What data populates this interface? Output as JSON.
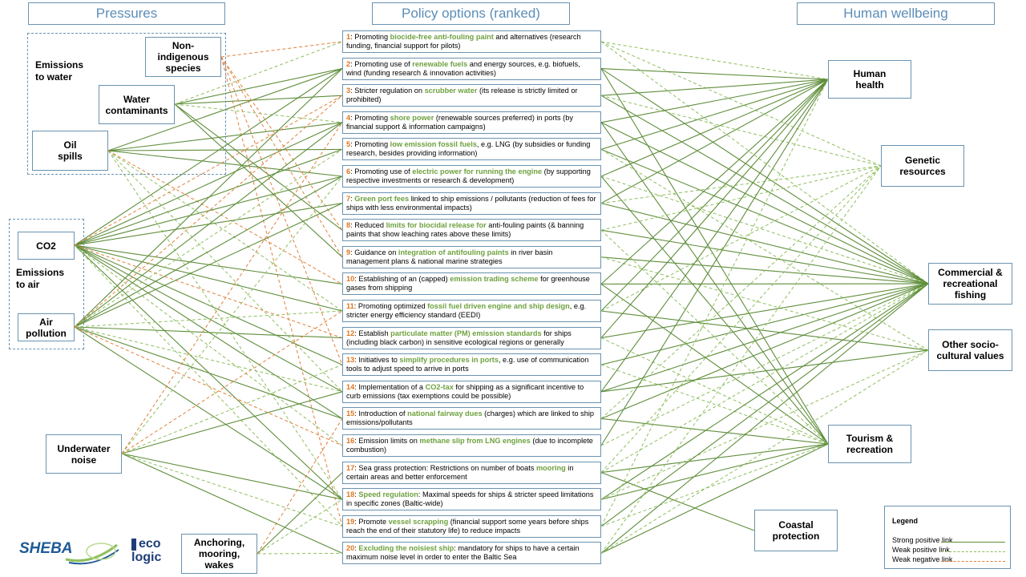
{
  "headers": {
    "pressures": "Pressures",
    "policy": "Policy options (ranked)",
    "wellbeing": "Human wellbeing"
  },
  "groups": {
    "water": "Emissions\nto water",
    "air": "Emissions\nto air"
  },
  "pressures": {
    "nis": "Non-\nindigenous\nspecies",
    "water_contaminants": "Water\ncontaminants",
    "oil_spills": "Oil\nspills",
    "co2": "CO2",
    "air_pollution": "Air\npollution",
    "underwater_noise": "Underwater\nnoise",
    "anchoring": "Anchoring,\nmooring,\nwakes"
  },
  "wellbeing": {
    "health": "Human\nhealth",
    "genetic": "Genetic\nresources",
    "fishing": "Commercial &\nrecreational\nfishing",
    "sociocultural": "Other socio-\ncultural values",
    "tourism": "Tourism &\nrecreation",
    "coastal": "Coastal\nprotection"
  },
  "policies": [
    {
      "num": "1",
      "pre": ": Promoting ",
      "hl": "biocide-free anti-fouling paint",
      "post": " and alternatives (research funding, financial support for pilots)"
    },
    {
      "num": "2",
      "pre": ": Promoting use of ",
      "hl": "renewable fuels",
      "post": " and energy sources, e.g. biofuels, wind (funding research & innovation activities)"
    },
    {
      "num": "3",
      "pre": ": Stricter regulation on ",
      "hl": "scrubber water",
      "post": " (its release is strictly limited or prohibited)"
    },
    {
      "num": "4",
      "pre": ": Promoting ",
      "hl": "shore power",
      "post": " (renewable sources preferred) in ports (by financial support & information campaigns)"
    },
    {
      "num": "5",
      "pre": ": Promoting ",
      "hl": "low emission fossil fuels",
      "post": ", e.g. LNG (by subsidies or funding research, besides providing information)"
    },
    {
      "num": "6",
      "pre": ": Promoting use of ",
      "hl": "electric power for running the engine",
      "post": " (by supporting respective investments or research & development)"
    },
    {
      "num": "7",
      "pre": ": ",
      "hl": "Green port fees",
      "post": " linked to ship emissions / pollutants (reduction of fees for ships with less environmental impacts)"
    },
    {
      "num": "8",
      "pre": ": Reduced ",
      "hl": "limits for biocidal release for",
      "post": " anti-fouling paints (& banning paints that show leaching rates above these limits)"
    },
    {
      "num": "9",
      "pre": ": Guidance on ",
      "hl": "integration of antifouling paints",
      "post": " in river basin management plans & national marine strategies"
    },
    {
      "num": "10",
      "pre": ": Establishing of an (capped) ",
      "hl": "emission trading scheme",
      "post": " for greenhouse gases from shipping"
    },
    {
      "num": "11",
      "pre": ": Promoting optimized ",
      "hl": "fossil fuel driven engine and ship design",
      "post": ", e.g. stricter energy efficiency standard (EEDI)"
    },
    {
      "num": "12",
      "pre": ": Establish ",
      "hl": "particulate matter (PM) emission standards",
      "post": " for ships (including black carbon) in sensitive ecological regions or generally"
    },
    {
      "num": "13",
      "pre": ": Initiatives to ",
      "hl": "simplify procedures in ports",
      "post": ", e.g. use of communication tools to adjust speed to arrive in ports"
    },
    {
      "num": "14",
      "pre": ": Implementation of a ",
      "hl": "CO2-tax",
      "post": " for shipping as a significant incentive to curb emissions (tax exemptions could be possible)"
    },
    {
      "num": "15",
      "pre": ": Introduction of ",
      "hl": "national fairway dues",
      "post": " (charges) which are linked to ship emissions/pollutants"
    },
    {
      "num": "16",
      "pre": ": Emission limits on ",
      "hl": "methane slip from LNG engines",
      "post": " (due to incomplete combustion)"
    },
    {
      "num": "17",
      "pre": ": Sea grass protection: Restrictions on number of boats ",
      "hl": "mooring",
      "post": " in certain areas and better enforcement"
    },
    {
      "num": "18",
      "pre": ": ",
      "hl": "Speed regulation",
      "post": ": Maximal speeds for ships & stricter speed limitations in specific zones (Baltic-wide)"
    },
    {
      "num": "19",
      "pre": ": Promote ",
      "hl": "vessel scrapping",
      "post": " (financial support some years before ships reach the end of their statutory life) to reduce impacts"
    },
    {
      "num": "20",
      "pre": ": ",
      "hl": "Excluding the noisiest ship",
      "post": ": mandatory for ships to have a certain maximum noise level in order to enter the Baltic Sea"
    }
  ],
  "legend": {
    "title": "Legend",
    "strong_positive": "Strong positive link",
    "weak_positive": "Weak positive link",
    "weak_negative": "Weak negative link"
  },
  "logos": {
    "sheba": "SHEBA",
    "eco": "eco",
    "logic": "logic"
  },
  "colors": {
    "header_text": "#5b8db8",
    "border": "#6a93b0",
    "policy_number": "#e0761e",
    "policy_highlight": "#6ea13f",
    "strong_link": "#5f8e3b",
    "weak_positive_link": "#8fbf5e",
    "weak_negative_link": "#e0803a"
  },
  "links": [
    {
      "from": "water_contaminants",
      "to": 2,
      "type": "strong"
    },
    {
      "from": "water_contaminants",
      "to": 3,
      "type": "strong"
    },
    {
      "from": "water_contaminants",
      "to": 8,
      "type": "strong"
    },
    {
      "from": "water_contaminants",
      "to": 9,
      "type": "strong"
    },
    {
      "from": "water_contaminants",
      "to": 1,
      "type": "weak_pos"
    },
    {
      "from": "water_contaminants",
      "to": 4,
      "type": "weak_pos"
    },
    {
      "from": "oil_spills",
      "to": 2,
      "type": "strong"
    },
    {
      "from": "oil_spills",
      "to": 4,
      "type": "strong"
    },
    {
      "from": "oil_spills",
      "to": 5,
      "type": "strong"
    },
    {
      "from": "oil_spills",
      "to": 6,
      "type": "strong"
    },
    {
      "from": "oil_spills",
      "to": 14,
      "type": "weak_pos"
    },
    {
      "from": "oil_spills",
      "to": 18,
      "type": "weak_pos"
    },
    {
      "from": "oil_spills",
      "to": 11,
      "type": "weak_pos"
    },
    {
      "from": "oil_spills",
      "to": 10,
      "type": "weak_neg"
    },
    {
      "from": "nis",
      "to": 1,
      "type": "weak_neg"
    },
    {
      "from": "nis",
      "to": 8,
      "type": "weak_neg"
    },
    {
      "from": "nis",
      "to": 9,
      "type": "weak_neg"
    },
    {
      "from": "nis",
      "to": 19,
      "type": "weak_neg"
    },
    {
      "from": "nis",
      "to": 13,
      "type": "weak_neg"
    },
    {
      "from": "co2",
      "to": 2,
      "type": "strong"
    },
    {
      "from": "co2",
      "to": 4,
      "type": "strong"
    },
    {
      "from": "co2",
      "to": 5,
      "type": "strong"
    },
    {
      "from": "co2",
      "to": 6,
      "type": "strong"
    },
    {
      "from": "co2",
      "to": 7,
      "type": "strong"
    },
    {
      "from": "co2",
      "to": 10,
      "type": "strong"
    },
    {
      "from": "co2",
      "to": 11,
      "type": "strong"
    },
    {
      "from": "co2",
      "to": 13,
      "type": "strong"
    },
    {
      "from": "co2",
      "to": 14,
      "type": "strong"
    },
    {
      "from": "co2",
      "to": 15,
      "type": "strong"
    },
    {
      "from": "co2",
      "to": 18,
      "type": "strong"
    },
    {
      "from": "co2",
      "to": 16,
      "type": "weak_pos"
    },
    {
      "from": "co2",
      "to": 19,
      "type": "weak_pos"
    },
    {
      "from": "co2",
      "to": 3,
      "type": "weak_neg"
    },
    {
      "from": "co2",
      "to": 12,
      "type": "weak_neg"
    },
    {
      "from": "air_pollution",
      "to": 2,
      "type": "strong"
    },
    {
      "from": "air_pollution",
      "to": 4,
      "type": "strong"
    },
    {
      "from": "air_pollution",
      "to": 6,
      "type": "strong"
    },
    {
      "from": "air_pollution",
      "to": 7,
      "type": "strong"
    },
    {
      "from": "air_pollution",
      "to": 12,
      "type": "strong"
    },
    {
      "from": "air_pollution",
      "to": 15,
      "type": "strong"
    },
    {
      "from": "air_pollution",
      "to": 18,
      "type": "strong"
    },
    {
      "from": "air_pollution",
      "to": 5,
      "type": "weak_pos"
    },
    {
      "from": "air_pollution",
      "to": 11,
      "type": "weak_pos"
    },
    {
      "from": "air_pollution",
      "to": 14,
      "type": "weak_pos"
    },
    {
      "from": "air_pollution",
      "to": 3,
      "type": "weak_neg"
    },
    {
      "from": "air_pollution",
      "to": 16,
      "type": "weak_neg"
    },
    {
      "from": "underwater_noise",
      "to": 18,
      "type": "strong"
    },
    {
      "from": "underwater_noise",
      "to": 20,
      "type": "strong"
    },
    {
      "from": "underwater_noise",
      "to": 14,
      "type": "strong"
    },
    {
      "from": "underwater_noise",
      "to": 6,
      "type": "weak_pos"
    },
    {
      "from": "underwater_noise",
      "to": 13,
      "type": "weak_pos"
    },
    {
      "from": "underwater_noise",
      "to": 19,
      "type": "weak_pos"
    },
    {
      "from": "underwater_noise",
      "to": 4,
      "type": "weak_neg"
    },
    {
      "from": "underwater_noise",
      "to": 11,
      "type": "weak_neg"
    },
    {
      "from": "anchoring",
      "to": 17,
      "type": "strong"
    },
    {
      "from": "anchoring",
      "to": 18,
      "type": "weak_pos"
    },
    {
      "from": "anchoring",
      "to": 20,
      "type": "weak_pos"
    },
    {
      "from": "anchoring",
      "to": 15,
      "type": "weak_neg"
    },
    {
      "from": 1,
      "to": "health",
      "type": "weak_pos"
    },
    {
      "from": 1,
      "to": "genetic",
      "type": "weak_pos"
    },
    {
      "from": 1,
      "to": "fishing",
      "type": "weak_pos"
    },
    {
      "from": 2,
      "to": "health",
      "type": "strong"
    },
    {
      "from": 2,
      "to": "fishing",
      "type": "strong"
    },
    {
      "from": 2,
      "to": "tourism",
      "type": "strong"
    },
    {
      "from": 3,
      "to": "health",
      "type": "strong"
    },
    {
      "from": 3,
      "to": "fishing",
      "type": "strong"
    },
    {
      "from": 3,
      "to": "genetic",
      "type": "weak_pos"
    },
    {
      "from": 4,
      "to": "health",
      "type": "strong"
    },
    {
      "from": 4,
      "to": "fishing",
      "type": "strong"
    },
    {
      "from": 4,
      "to": "tourism",
      "type": "strong"
    },
    {
      "from": 5,
      "to": "health",
      "type": "strong"
    },
    {
      "from": 5,
      "to": "fishing",
      "type": "strong"
    },
    {
      "from": 5,
      "to": "sociocultural",
      "type": "weak_pos"
    },
    {
      "from": 6,
      "to": "health",
      "type": "strong"
    },
    {
      "from": 6,
      "to": "tourism",
      "type": "strong"
    },
    {
      "from": 6,
      "to": "fishing",
      "type": "weak_pos"
    },
    {
      "from": 7,
      "to": "health",
      "type": "strong"
    },
    {
      "from": 7,
      "to": "fishing",
      "type": "strong"
    },
    {
      "from": 7,
      "to": "genetic",
      "type": "weak_pos"
    },
    {
      "from": 8,
      "to": "fishing",
      "type": "strong"
    },
    {
      "from": 8,
      "to": "genetic",
      "type": "weak_pos"
    },
    {
      "from": 8,
      "to": "tourism",
      "type": "weak_pos"
    },
    {
      "from": 9,
      "to": "fishing",
      "type": "strong"
    },
    {
      "from": 9,
      "to": "sociocultural",
      "type": "weak_pos"
    },
    {
      "from": 10,
      "to": "health",
      "type": "strong"
    },
    {
      "from": 10,
      "to": "fishing",
      "type": "strong"
    },
    {
      "from": 10,
      "to": "tourism",
      "type": "strong"
    },
    {
      "from": 11,
      "to": "health",
      "type": "strong"
    },
    {
      "from": 11,
      "to": "sociocultural",
      "type": "strong"
    },
    {
      "from": 11,
      "to": "genetic",
      "type": "weak_pos"
    },
    {
      "from": 12,
      "to": "health",
      "type": "strong"
    },
    {
      "from": 12,
      "to": "fishing",
      "type": "strong"
    },
    {
      "from": 12,
      "to": "tourism",
      "type": "weak_pos"
    },
    {
      "from": 13,
      "to": "fishing",
      "type": "strong"
    },
    {
      "from": 13,
      "to": "tourism",
      "type": "weak_pos"
    },
    {
      "from": 14,
      "to": "health",
      "type": "strong"
    },
    {
      "from": 14,
      "to": "fishing",
      "type": "strong"
    },
    {
      "from": 14,
      "to": "sociocultural",
      "type": "strong"
    },
    {
      "from": 15,
      "to": "fishing",
      "type": "strong"
    },
    {
      "from": 15,
      "to": "tourism",
      "type": "strong"
    },
    {
      "from": 15,
      "to": "genetic",
      "type": "weak_pos"
    },
    {
      "from": 16,
      "to": "health",
      "type": "strong"
    },
    {
      "from": 16,
      "to": "fishing",
      "type": "weak_pos"
    },
    {
      "from": 17,
      "to": "coastal",
      "type": "strong"
    },
    {
      "from": 17,
      "to": "tourism",
      "type": "strong"
    },
    {
      "from": 17,
      "to": "genetic",
      "type": "weak_pos"
    },
    {
      "from": 17,
      "to": "fishing",
      "type": "weak_pos"
    },
    {
      "from": 18,
      "to": "tourism",
      "type": "strong"
    },
    {
      "from": 18,
      "to": "fishing",
      "type": "strong"
    },
    {
      "from": 18,
      "to": "sociocultural",
      "type": "weak_pos"
    },
    {
      "from": 19,
      "to": "fishing",
      "type": "strong"
    },
    {
      "from": 19,
      "to": "health",
      "type": "weak_pos"
    },
    {
      "from": 19,
      "to": "tourism",
      "type": "weak_pos"
    },
    {
      "from": 20,
      "to": "fishing",
      "type": "strong"
    },
    {
      "from": 20,
      "to": "tourism",
      "type": "strong"
    },
    {
      "from": 20,
      "to": "genetic",
      "type": "weak_pos"
    },
    {
      "from": 20,
      "to": "sociocultural",
      "type": "weak_pos"
    }
  ]
}
